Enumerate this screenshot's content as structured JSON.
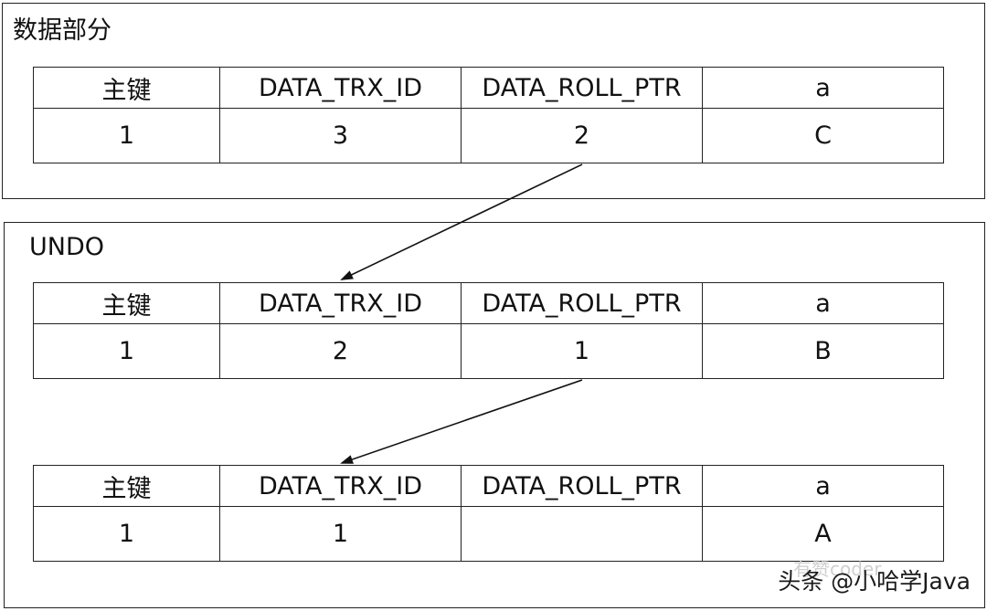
{
  "data_section": {
    "title": "数据部分",
    "headers": [
      "主键",
      "DATA_TRX_ID",
      "DATA_ROLL_PTR",
      "a"
    ],
    "row": [
      "1",
      "3",
      "2",
      "C"
    ]
  },
  "undo_section": {
    "title": "UNDO",
    "records": [
      {
        "headers": [
          "主键",
          "DATA_TRX_ID",
          "DATA_ROLL_PTR",
          "a"
        ],
        "row": [
          "1",
          "2",
          "1",
          "B"
        ]
      },
      {
        "headers": [
          "主键",
          "DATA_TRX_ID",
          "DATA_ROLL_PTR",
          "a"
        ],
        "row": [
          "1",
          "1",
          "",
          "A"
        ]
      }
    ]
  },
  "watermark": {
    "text": "头条 @小哈学Java",
    "faint_text": "有赞coder"
  },
  "colors": {
    "line": "#222222",
    "background": "#ffffff",
    "text": "#111111"
  }
}
